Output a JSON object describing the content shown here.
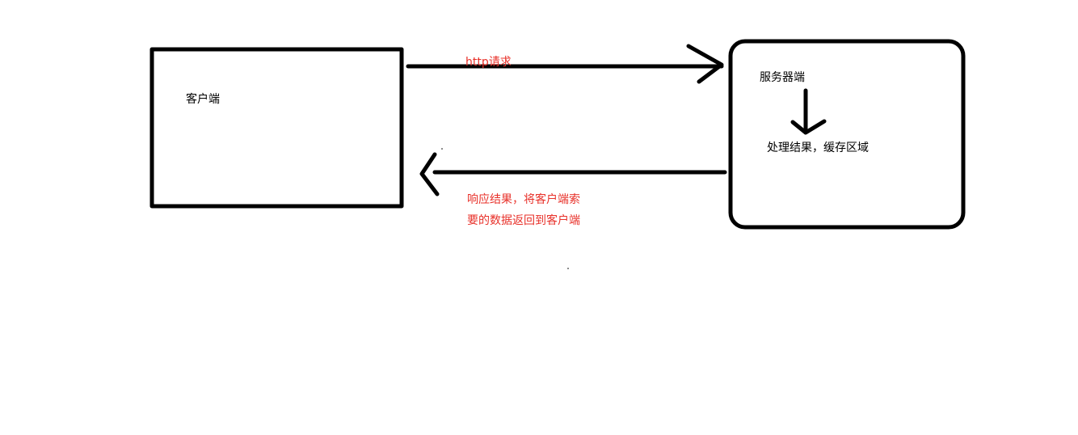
{
  "client": {
    "label": "客户端"
  },
  "server": {
    "label": "服务器端",
    "process_label": "处理结果，缓存区域"
  },
  "request_arrow": {
    "label": "http请求"
  },
  "response_arrow": {
    "label_line1": "响应结果，将客户端索",
    "label_line2": "要的数据返回到客户端"
  },
  "colors": {
    "stroke": "#000000",
    "node_text": "#000000",
    "annotation_text": "#e8312a",
    "background": "#ffffff"
  }
}
